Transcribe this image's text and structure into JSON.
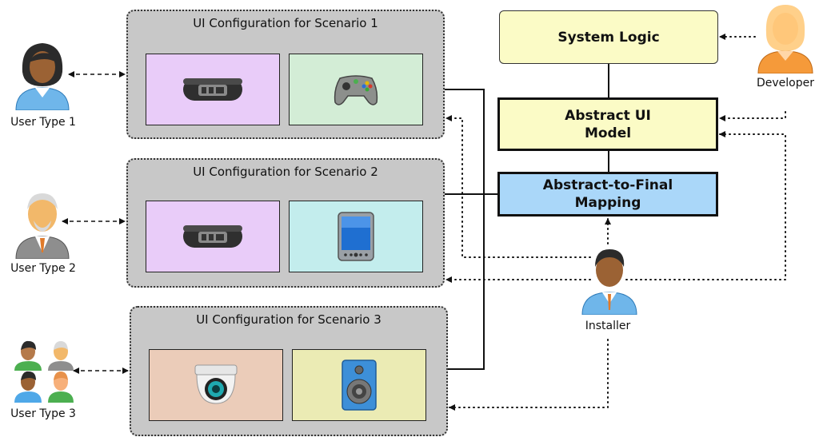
{
  "colors": {
    "scenario_bg": "#c8c8c8",
    "panel_purple": "#e9ccf9",
    "panel_green": "#d3edd6",
    "panel_cyan": "#c3eded",
    "panel_peach": "#ebccb9",
    "panel_khaki": "#ebebb4",
    "box_yellow": "#fbfbc6",
    "box_blue": "#aad7f9"
  },
  "scenarios": [
    {
      "title": "UI Configuration for Scenario 1",
      "devices": [
        {
          "icon": "wristband-icon",
          "bg": "panel_purple"
        },
        {
          "icon": "gamepad-icon",
          "bg": "panel_green"
        }
      ]
    },
    {
      "title": "UI Configuration for Scenario 2",
      "devices": [
        {
          "icon": "wristband-icon",
          "bg": "panel_purple"
        },
        {
          "icon": "tablet-icon",
          "bg": "panel_cyan"
        }
      ]
    },
    {
      "title": "UI Configuration for Scenario 3",
      "devices": [
        {
          "icon": "security-camera-icon",
          "bg": "panel_peach"
        },
        {
          "icon": "speaker-icon",
          "bg": "panel_khaki"
        }
      ]
    }
  ],
  "users": [
    {
      "label": "User Type 1",
      "icon": "woman-user-icon"
    },
    {
      "label": "User Type 2",
      "icon": "elderly-user-icon"
    },
    {
      "label": "User Type 3",
      "icon": "user-group-icon"
    }
  ],
  "boxes": {
    "system_logic": "System Logic",
    "abstract_ui_line1": "Abstract UI",
    "abstract_ui_line2": "Model",
    "mapping_line1": "Abstract-to-Final",
    "mapping_line2": "Mapping"
  },
  "actors": {
    "developer": "Developer",
    "installer": "Installer"
  }
}
